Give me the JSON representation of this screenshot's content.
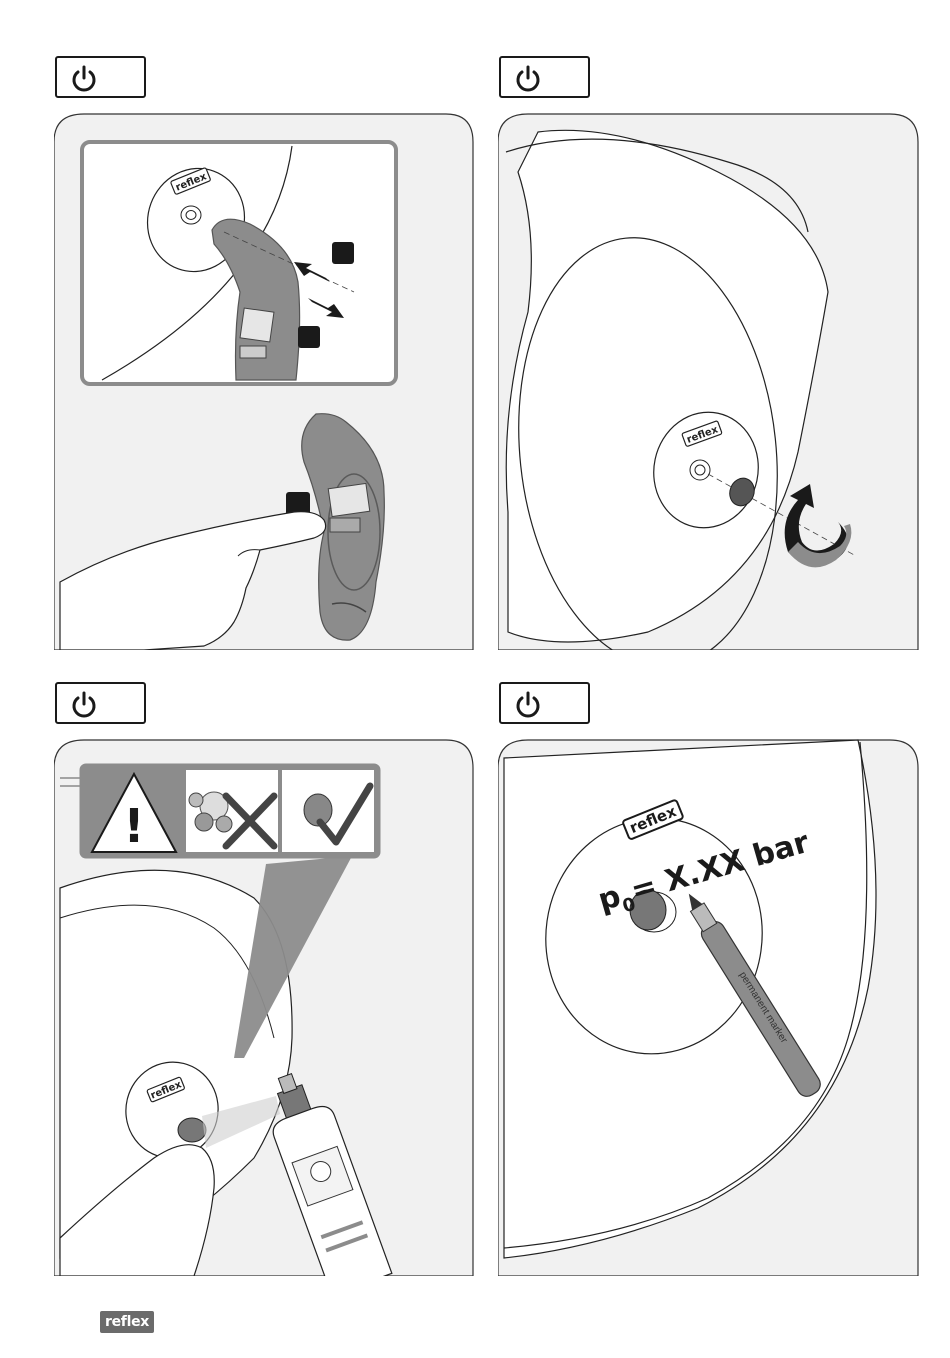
{
  "brand": {
    "logo_text": "reflex"
  },
  "steps": [
    {
      "icon": "power-icon"
    },
    {
      "icon": "power-icon"
    },
    {
      "icon": "power-icon"
    },
    {
      "icon": "power-icon"
    }
  ],
  "panel1": {
    "callout_numbers": [
      "",
      "",
      ""
    ],
    "gauge_logo": "reflex",
    "vessel_logo": "reflex"
  },
  "panel2": {
    "vessel_logo": "reflex"
  },
  "panel3": {
    "vessel_logo": "reflex",
    "warning_symbol": "!"
  },
  "panel4": {
    "vessel_logo": "reflex",
    "pressure_label": "p0= X.XX bar",
    "pressure_p": "p",
    "pressure_sub": "0",
    "pressure_rest": "= X.XX bar",
    "marker_text": "permanent marker"
  },
  "footer": {
    "logo_text": "reflex"
  },
  "colors": {
    "panel_bg": "#f1f1f1",
    "gray_tool": "#8c8c8c",
    "dark": "#1a1a1a"
  }
}
